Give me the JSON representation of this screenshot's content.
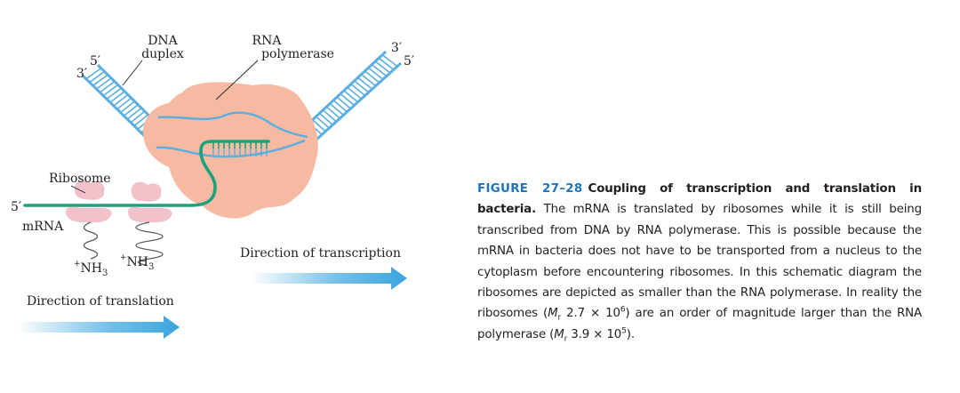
{
  "diagram": {
    "labels": {
      "dna_duplex_line1": "DNA",
      "dna_duplex_line2": "duplex",
      "rna_pol_line1": "RNA",
      "rna_pol_line2": "polymerase",
      "left_5prime": "5′",
      "left_3prime": "3′",
      "right_3prime": "3′",
      "right_5prime": "5′",
      "ribosome": "Ribosome",
      "mrna_5prime": "5′",
      "mrna": "mRNA",
      "nh3_charge": "+",
      "nh3_base": "NH",
      "nh3_sub": "3",
      "direction_transcription": "Direction of transcription",
      "direction_translation": "Direction of translation"
    },
    "colors": {
      "dna": "#5aaee0",
      "polymerase": "#f6b9a2",
      "mrna": "#1aa37a",
      "ribosome": "#f2c2cb",
      "arrow": "#3aa5de"
    }
  },
  "caption": {
    "figure_number": "FIGURE 27–28",
    "title": "Coupling of transcription and translation in bacteria.",
    "body_1": " The mRNA is translated by ribosomes while it is still being transcribed from DNA by RNA polymerase. This is possible because the mRNA in bacteria does not have to be transported from a nucleus to the cytoplasm before encountering ribosomes. In this schematic diagram the ribosomes are depicted as smaller than the RNA polymerase. In reality the ribosomes (",
    "mr_1": "M",
    "mr_sub_1": "r",
    "value_1": " 2.7 × 10",
    "exp_1": "6",
    "body_2": ") are an order of magnitude larger than the RNA polymerase (",
    "mr_2": "M",
    "mr_sub_2": "r",
    "value_2": " 3.9 × 10",
    "exp_2": "5",
    "body_3": ")."
  }
}
